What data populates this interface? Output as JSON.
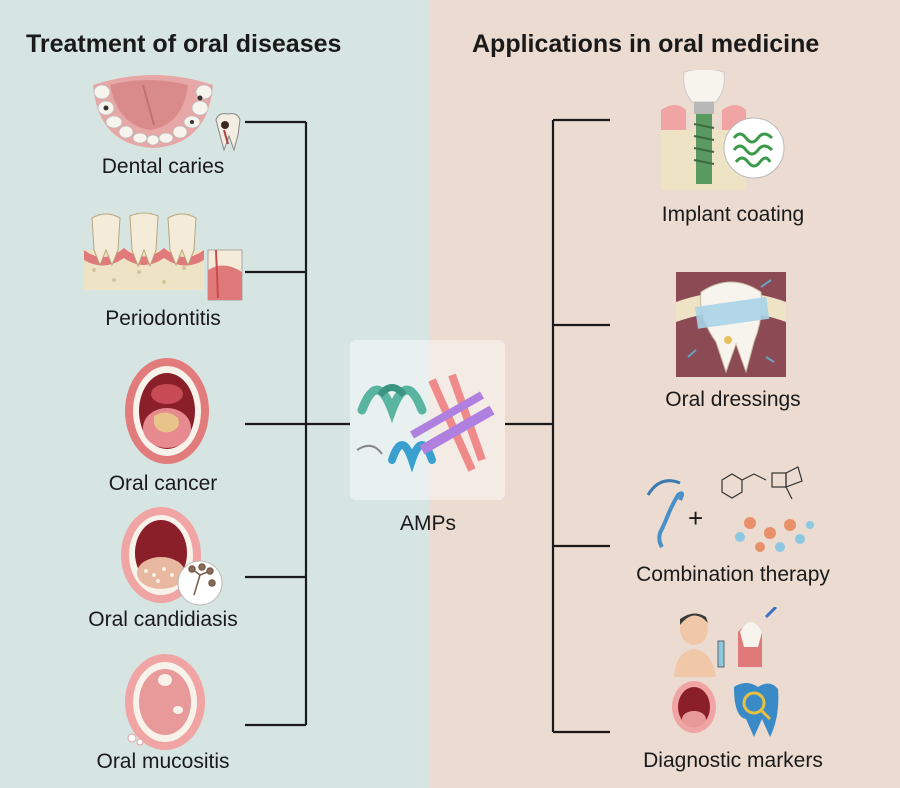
{
  "left_panel": {
    "heading": "Treatment of oral diseases",
    "items": [
      {
        "label": "Dental caries"
      },
      {
        "label": "Periodontitis"
      },
      {
        "label": "Oral cancer"
      },
      {
        "label": "Oral candidiasis"
      },
      {
        "label": "Oral mucositis"
      }
    ]
  },
  "center": {
    "label": "AMPs"
  },
  "right_panel": {
    "heading": "Applications in oral medicine",
    "items": [
      {
        "label": "Implant coating"
      },
      {
        "label": "Oral dressings"
      },
      {
        "label": "Combination therapy"
      },
      {
        "label": "Diagnostic markers"
      }
    ]
  },
  "colors": {
    "left_background": "#d6e5e2",
    "right_background": "#ebdbd0",
    "connector": "#1a1a1a"
  },
  "icons": [
    "upper-jaw-caries-icon",
    "periodontitis-icon",
    "oral-cancer-mouth-icon",
    "oral-candidiasis-mouth-icon",
    "oral-mucositis-mouth-icon",
    "amp-protein-structure-icon",
    "dental-implant-icon",
    "tooth-dressing-icon",
    "combination-therapy-icon",
    "diagnostic-markers-icon"
  ]
}
